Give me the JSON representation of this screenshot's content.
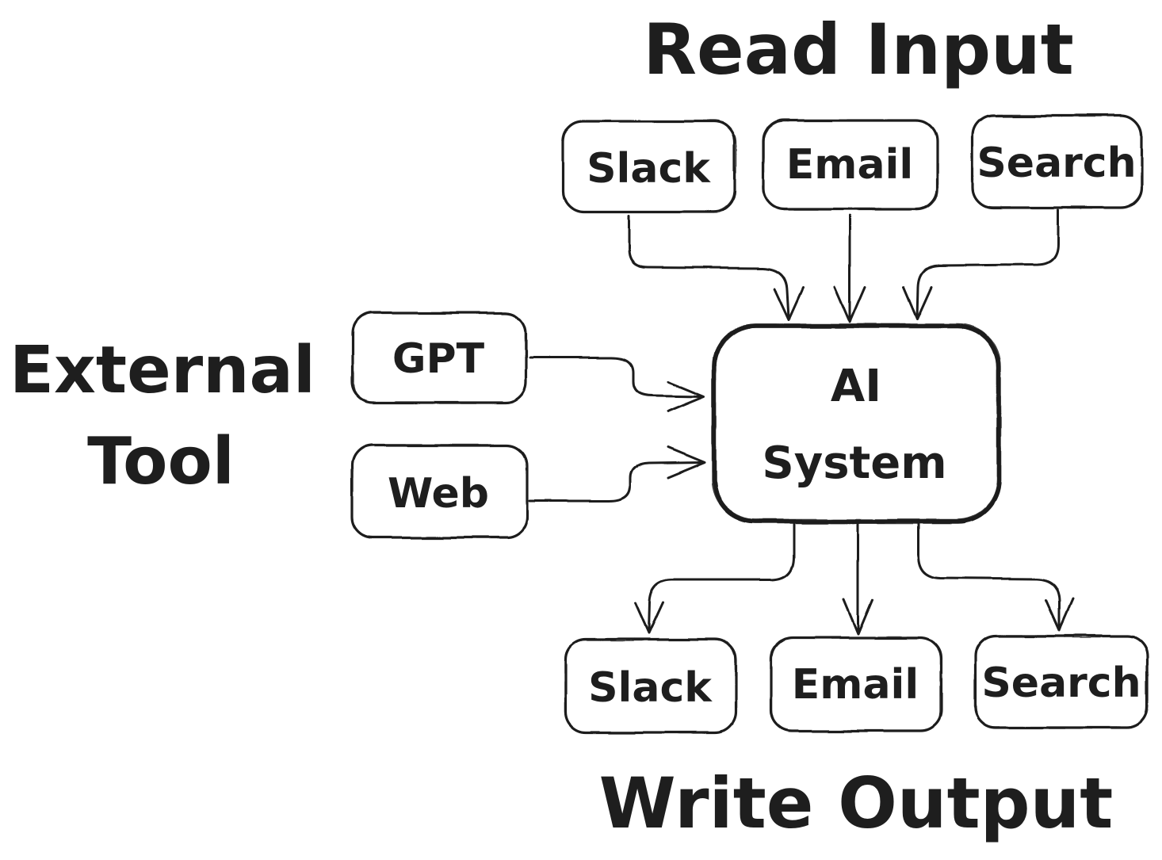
{
  "diagram": {
    "background_color": "#ffffff",
    "ink_color": "#1e1e1e",
    "read_input_label": "Read Input",
    "write_output_label": "Write Output",
    "external_tool_label_line1": "External",
    "external_tool_label_line2": "Tool",
    "ai_node": {
      "line1": "AI",
      "line2": "System"
    },
    "input_nodes": [
      "Slack",
      "Email",
      "Search"
    ],
    "tool_nodes": [
      "GPT",
      "Web"
    ],
    "output_nodes": [
      "Slack",
      "Email",
      "Search"
    ]
  }
}
